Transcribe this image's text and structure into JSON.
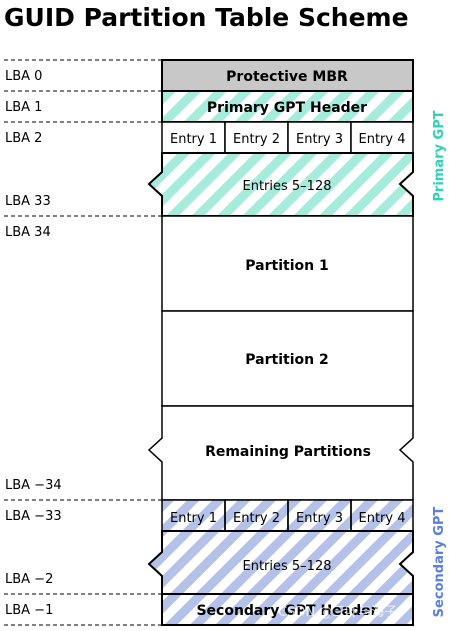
{
  "title": "GUID Partition Table Scheme",
  "lba_labels": [
    "LBA 0",
    "LBA 1",
    "LBA 2",
    "LBA 33",
    "LBA 34",
    "LBA −34",
    "LBA −33",
    "LBA −2",
    "LBA −1"
  ],
  "blocks": {
    "protective_mbr": "Protective MBR",
    "primary_header": "Primary GPT Header",
    "primary_entries": [
      "Entry 1",
      "Entry 2",
      "Entry 3",
      "Entry 4"
    ],
    "primary_rest": "Entries 5–128",
    "partition_1": "Partition 1",
    "partition_2": "Partition 2",
    "remaining": "Remaining Partitions",
    "secondary_entries": [
      "Entry 1",
      "Entry 2",
      "Entry 3",
      "Entry 4"
    ],
    "secondary_rest": "Entries 5–128",
    "secondary_header": "Secondary GPT Header"
  },
  "side_labels": {
    "primary": "Primary GPT",
    "secondary": "Secondary GPT"
  },
  "watermark": "CSDN @三叶与海子",
  "colors": {
    "mbr_fill": "#c8c8c8",
    "primary_stripe": "#a6ecdd",
    "primary_label": "#2ed3b7",
    "secondary_stripe": "#b4c2ea",
    "secondary_label": "#5b80dc"
  }
}
